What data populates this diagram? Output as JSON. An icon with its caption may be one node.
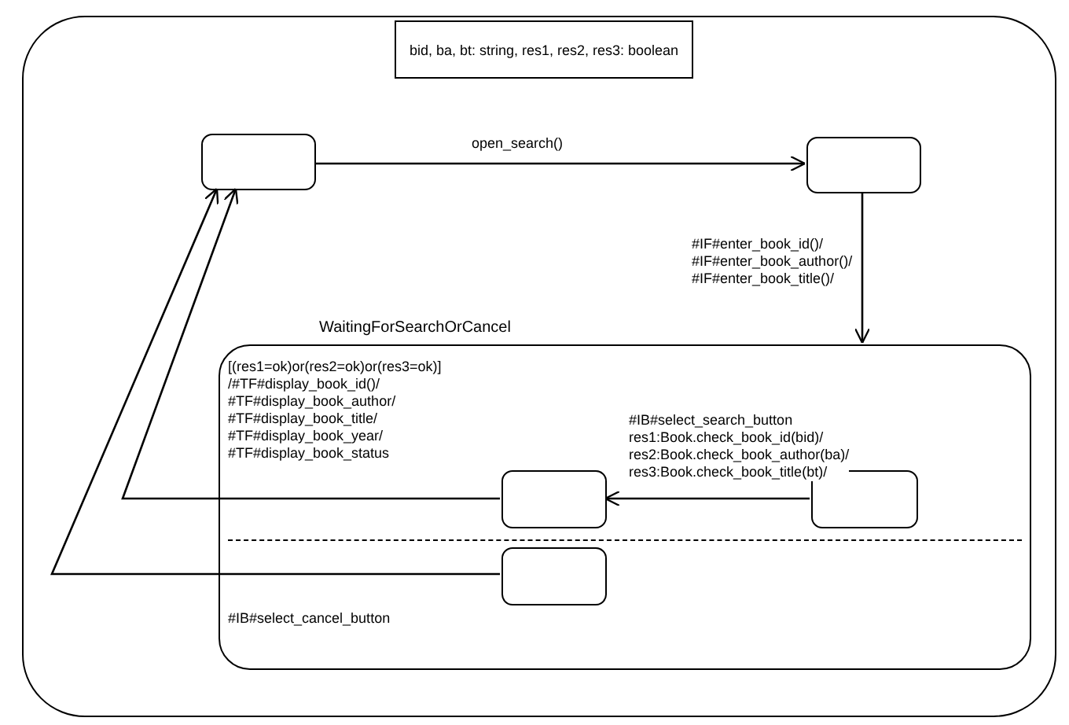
{
  "diagram": {
    "nodes": [
      {
        "text": [],
        "shape": "box"
      },
      {
        "text": [
          "bid, ba, bt: string, res1, res2, res3: boolean"
        ],
        "in": 0
      },
      {
        "text": [],
        "shape": "box",
        "in": 0
      },
      {
        "text": [],
        "shape": "box",
        "in": 0
      },
      {
        "text": [
          "WaitingForSearchOrCancel"
        ],
        "in": 0
      },
      {
        "text": [],
        "shape": "box",
        "in": 4
      },
      {
        "text": [],
        "shape": "box",
        "in": 4
      },
      {
        "text": [],
        "shape": "box",
        "in": 4
      }
    ],
    "edges": [
      {
        "from": 2,
        "to": 3,
        "arrow": "to",
        "label": "open_search()"
      },
      {
        "from": 3,
        "to": 4,
        "arrow": "to",
        "label": "#IF#enter_book_id()/ #IF#enter_book_author()/ #IF#enter_book_title()/"
      },
      {
        "from": 6,
        "to": 5,
        "arrow": "to",
        "label": "#IB#select_search_button res1:Book.check_book_id(bid)/ res2:Book.check_book_author(ba)/ res3:Book.check_book_title(bt)/"
      },
      {
        "from": 5,
        "to": 2,
        "arrow": "to",
        "label": "[(res1=ok)or(res2=ok)or(res3=ok)] /#TF#display_book_id()/ #TF#display_book_author/ #TF#display_book_title/ #TF#display_book_year/ #TF#display_book_status"
      },
      {
        "from": 7,
        "to": 2,
        "arrow": "to",
        "label": "#IB#select_cancel_button"
      }
    ]
  }
}
